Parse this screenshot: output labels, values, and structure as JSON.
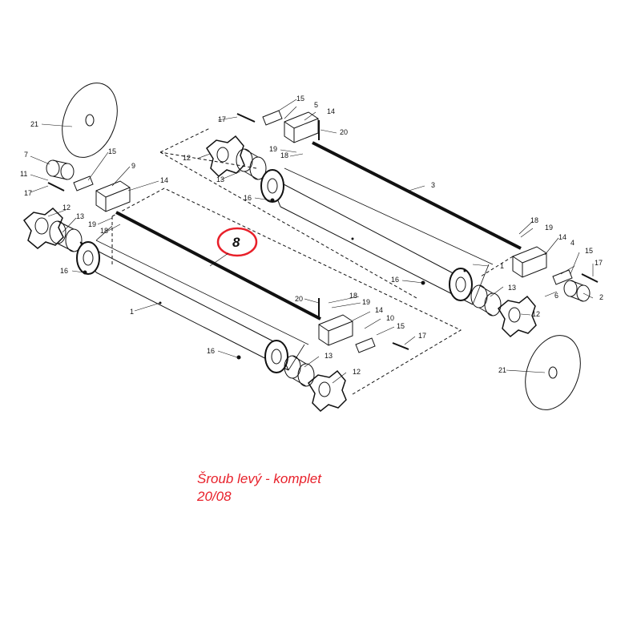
{
  "diagram": {
    "highlight_label": "8",
    "callouts": [
      "21",
      "7",
      "15",
      "11",
      "17",
      "9",
      "14",
      "12",
      "13",
      "19",
      "18",
      "16",
      "1",
      "15",
      "5",
      "14",
      "17",
      "20",
      "19",
      "18",
      "12",
      "13",
      "16",
      "3",
      "18",
      "19",
      "14",
      "15",
      "4",
      "17",
      "16",
      "13",
      "1",
      "6",
      "2",
      "12",
      "21",
      "20",
      "18",
      "19",
      "14",
      "10",
      "15",
      "17",
      "16",
      "13",
      "12"
    ]
  },
  "caption": {
    "title": "Šroub levý - komplet",
    "date": "20/08"
  },
  "colors": {
    "accent": "#e8202a",
    "line": "#111111"
  }
}
